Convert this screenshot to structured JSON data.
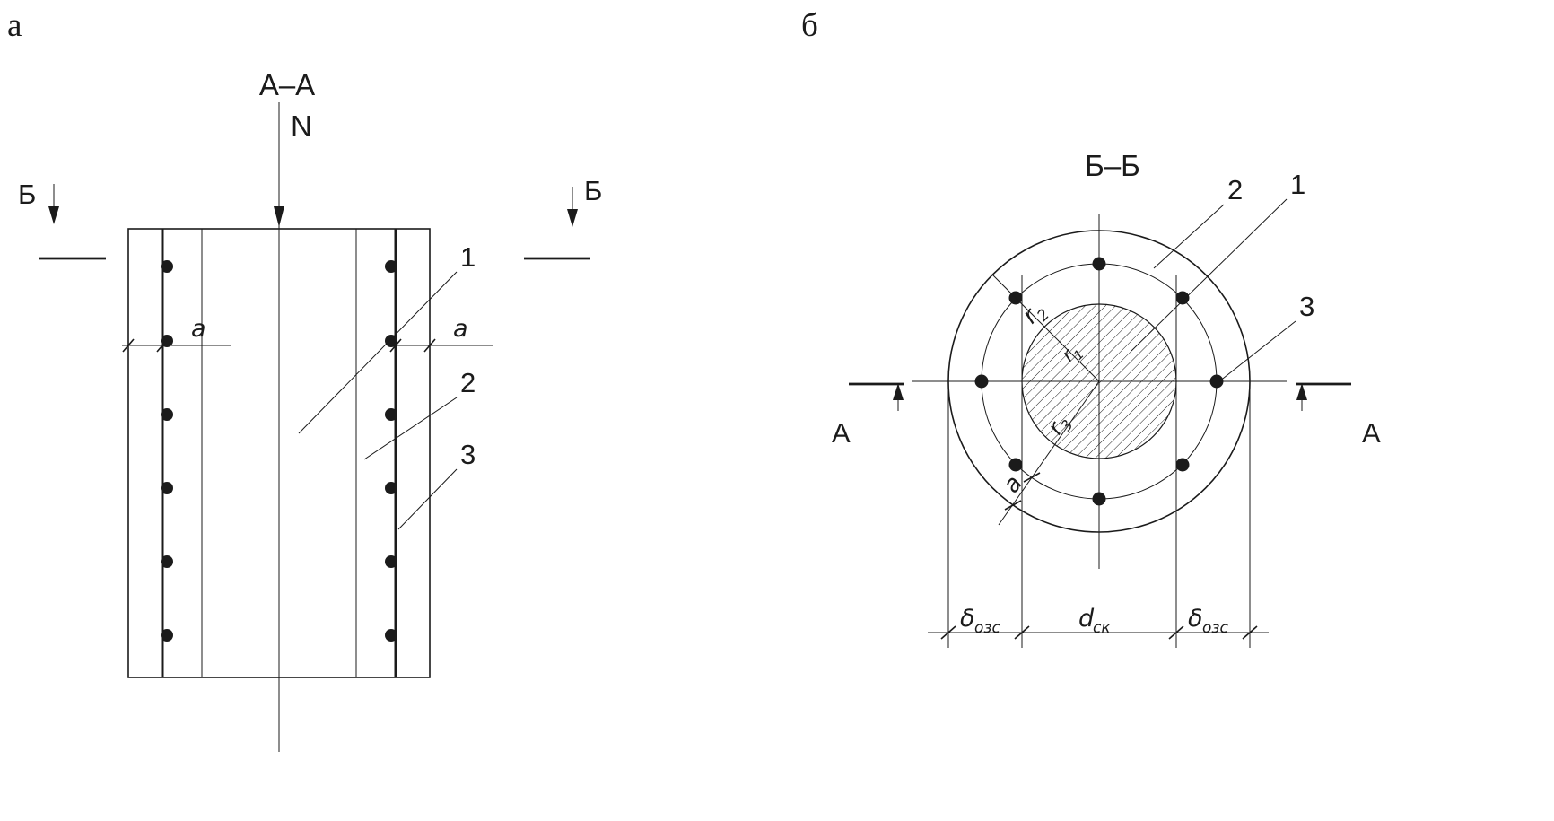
{
  "colors": {
    "ink": "#1b1b1b",
    "paper": "#ffffff"
  },
  "panel_a": {
    "label": "а",
    "section_title": "А–А",
    "force_label": "N",
    "cut_label_left": "Б",
    "cut_label_right": "Б",
    "dim_cover_left": "a",
    "dim_cover_right": "a",
    "callouts": {
      "c1": "1",
      "c2": "2",
      "c3": "3"
    }
  },
  "panel_b": {
    "label": "б",
    "section_title": "Б–Б",
    "cut_label_left": "А",
    "cut_label_right": "А",
    "callouts": {
      "c1": "1",
      "c2": "2",
      "c3": "3"
    },
    "radii": {
      "r1_base": "r",
      "r1_sub": "1",
      "r2_base": "r",
      "r2_sub": "2",
      "r3_base": "r",
      "r3_sub": "3",
      "gap_label": "a"
    },
    "dims": {
      "left_base": "δ",
      "left_sub": "озс",
      "mid_base": "d",
      "mid_sub": "ск",
      "right_base": "δ",
      "right_sub": "озс"
    }
  }
}
